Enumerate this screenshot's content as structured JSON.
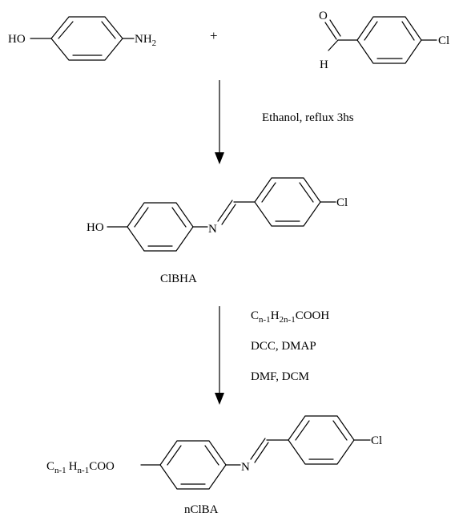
{
  "reactants": {
    "aminophenol": {
      "oh_label": "HO",
      "nh2_label": "NH",
      "nh2_subscript": "2"
    },
    "plus_sign": "+",
    "chlorobenzaldehyde": {
      "o_label": "O",
      "h_label": "H",
      "cl_label": "Cl"
    }
  },
  "step1": {
    "conditions": "Ethanol, reflux 3hs"
  },
  "intermediate": {
    "oh_label": "HO",
    "n_label": "N",
    "cl_label": "Cl",
    "name": "ClBHA"
  },
  "step2": {
    "reagent": {
      "c": "C",
      "n_minus_1_a": "n-1",
      "h": "H",
      "two_n_minus_1": "2n-1",
      "cooh": "COOH"
    },
    "catalysts": "DCC, DMAP",
    "solvents": "DMF, DCM"
  },
  "product": {
    "ester": {
      "c": "C",
      "n_minus_1_a": "n-1",
      "h": "H",
      "n_minus_1_b": "n-1",
      "coo": "COO"
    },
    "n_label": "N",
    "cl_label": "Cl",
    "name": "nClBA"
  }
}
